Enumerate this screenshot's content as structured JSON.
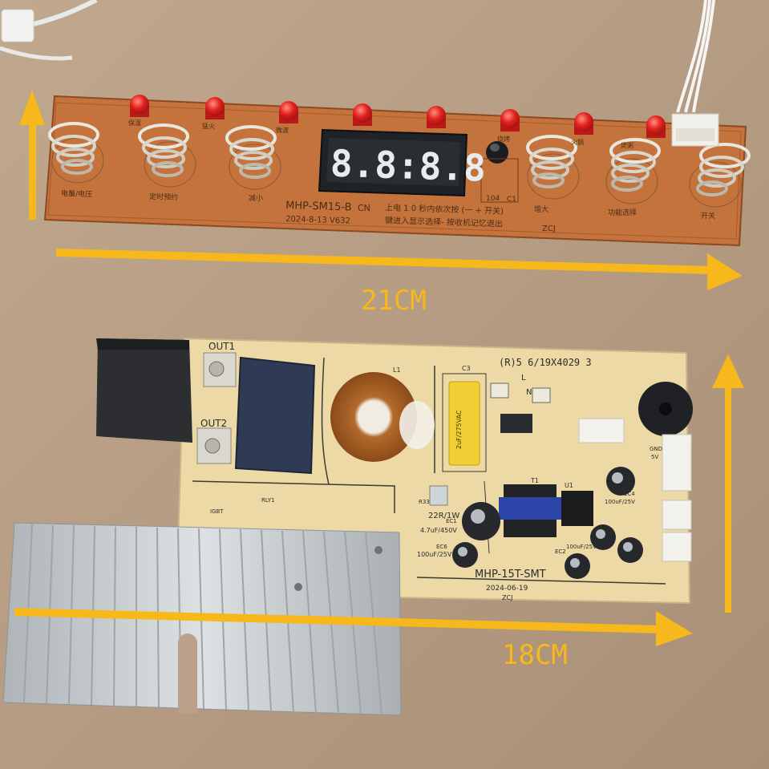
{
  "dimensions": {
    "top_board": "21CM",
    "bottom_board": "18CM"
  },
  "top_board": {
    "model": "MHP-SM15-B",
    "region": "CN",
    "date_version": "2024-8-13  V632",
    "note_line1": "上电 1 0 秒内依次按 (一 + 开关)",
    "note_line2": "键进入显示选择- 按收机记忆退出",
    "signature": "ZCJ",
    "capacitor_label": "104",
    "capacitor_ref": "C1",
    "display_digits": "8.8:8.8",
    "button_labels": [
      "电量/电压",
      "定时预约",
      "减小",
      "增大",
      "功能选择",
      "开关"
    ],
    "led_labels": [
      "猛火",
      "微波",
      "烧烤",
      "火锅",
      "煲粥",
      "保温"
    ]
  },
  "bottom_board": {
    "model": "MHP-15T-SMT",
    "date": "2024-06-19",
    "signature": "ZCJ",
    "out1": "OUT1",
    "out2": "OUT2",
    "header_code": "(R)5 6/19X4029 3",
    "resistor": "22R/1W",
    "capacitor_ec1": "4.7uF/450V",
    "capacitor_ec6": "100uF/25V",
    "capacitor_ec4": "100uF/25V",
    "capacitor_ec2": "100uF/25V",
    "film_cap": "2uF/275VAC",
    "labels": [
      "L",
      "N",
      "T1",
      "U1",
      "R33",
      "EC1",
      "EC6",
      "EC2",
      "EC4",
      "C3",
      "L1",
      "IGBT",
      "RLY1",
      "GND",
      "5V"
    ]
  },
  "icons": [
    "arrow-up-icon",
    "arrow-right-icon",
    "speaker-buzzer-icon",
    "inductor-coil-icon"
  ],
  "colors": {
    "dimension_arrow": "#f6b81a",
    "pcb_top": "#c4733d",
    "pcb_bottom": "#ecd9a6",
    "background": "#b79f86",
    "led": "#e3231f",
    "heatsink": "#c8cdd0",
    "relay": "#2f3a55"
  }
}
